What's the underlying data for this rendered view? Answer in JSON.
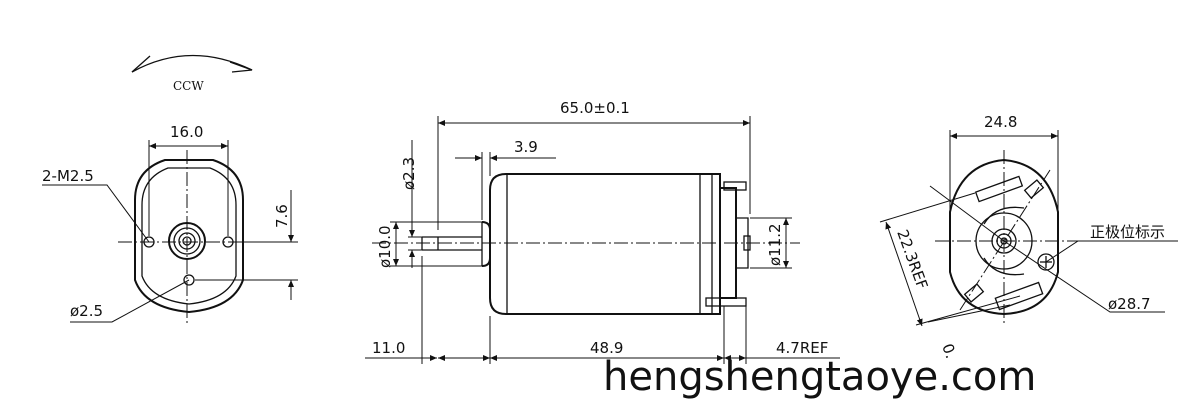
{
  "rotation": {
    "label": "CCW"
  },
  "front_view": {
    "width_dim": "16.0",
    "offset_dim": "7.6",
    "tapped_holes": "2-M2.5",
    "hole_dia": "ø2.5"
  },
  "side_view": {
    "overall_length": "65.0±0.1",
    "step_len": "3.9",
    "shaft_dia": "ø2.3",
    "boss_dia": "ø10.0",
    "rear_boss_dia": "ø11.2",
    "shaft_len": "11.0",
    "body_len": "48.9",
    "terminal_len": "4.7REF"
  },
  "rear_view": {
    "width_dim": "24.8",
    "terminal_span": "22.3REF",
    "body_dia": "ø28.7",
    "partial_label": "0.",
    "polarity_note": "正极位标示"
  },
  "watermark": {
    "text": "hengshengtaoye.com"
  }
}
